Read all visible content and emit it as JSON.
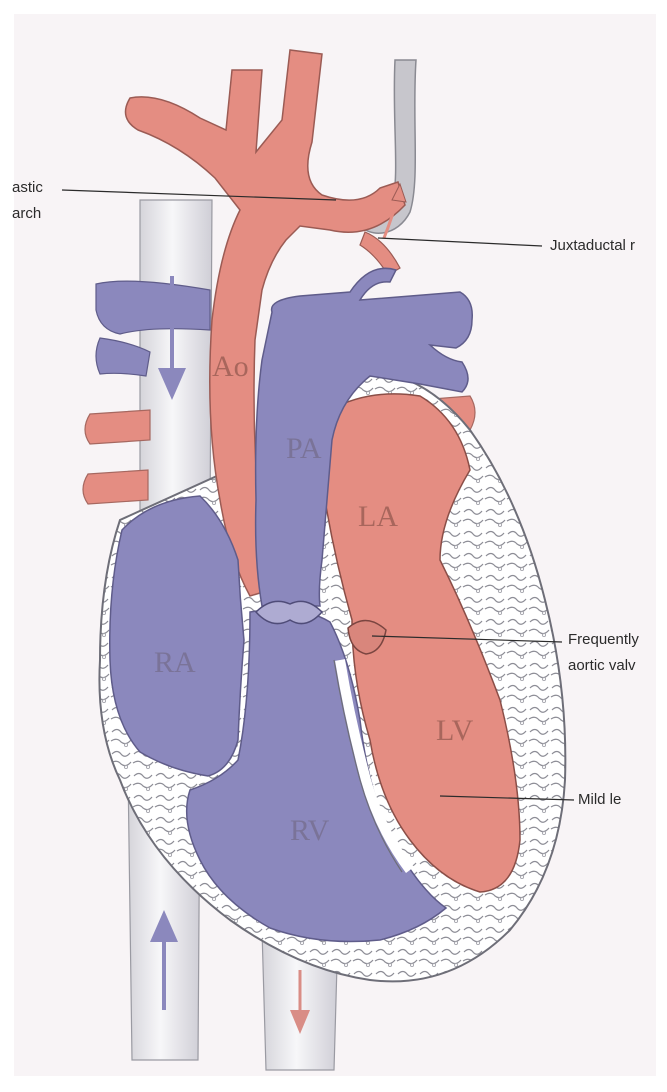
{
  "labels": {
    "ao": "Ao",
    "pa": "PA",
    "la": "LA",
    "ra": "RA",
    "lv": "LV",
    "rv": "RV"
  },
  "callouts": {
    "arch_line1": "astic",
    "arch_line2": "arch",
    "juxtaductal": "Juxtaductal r",
    "valve_line1": "Frequently",
    "valve_line2": "aortic valv",
    "mild": "Mild le"
  },
  "colors": {
    "background": "#f8f4f6",
    "aorta": "#e48d82",
    "pulmonary": "#8b88bd",
    "vena_cava": "#e7e6ea",
    "myocardium": "#ffffff",
    "outline": "#6e6e78"
  }
}
